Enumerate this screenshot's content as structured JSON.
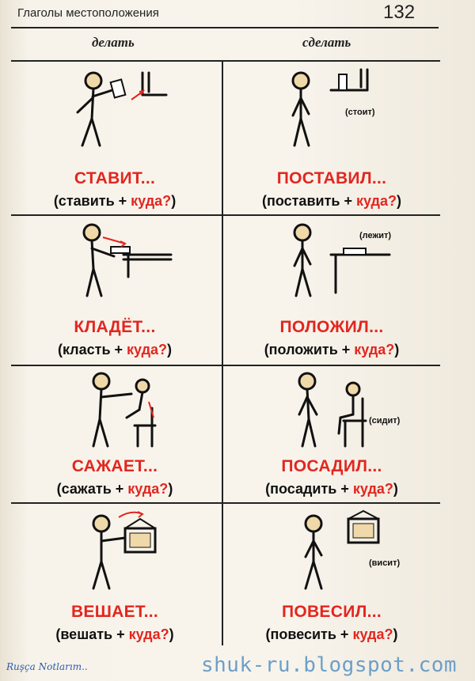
{
  "header": {
    "title": "Глаголы местоположения",
    "page_number": "132"
  },
  "columns": {
    "left": "делать",
    "right": "сделать"
  },
  "rows": [
    {
      "left": {
        "verb": "СТАВИТ...",
        "infinitive": "(ставить + ",
        "question": "куда?",
        "close": ")",
        "icon": "person-placing-book-upright-icon"
      },
      "right": {
        "verb": "ПОСТАВИЛ...",
        "infinitive": "(поставить + ",
        "question": "куда?",
        "close": ")",
        "state": "(стоит)",
        "icon": "book-standing-on-shelf-icon"
      }
    },
    {
      "left": {
        "verb": "КЛАДЁТ...",
        "infinitive": "(класть + ",
        "question": "куда?",
        "close": ")",
        "icon": "person-laying-book-icon"
      },
      "right": {
        "verb": "ПОЛОЖИЛ...",
        "infinitive": "(положить + ",
        "question": "куда?",
        "close": ")",
        "state": "(лежит)",
        "icon": "book-lying-on-table-icon"
      }
    },
    {
      "left": {
        "verb": "САЖАЕТ...",
        "infinitive": "(сажать + ",
        "question": "куда?",
        "close": ")",
        "icon": "person-seating-child-icon"
      },
      "right": {
        "verb": "ПОСАДИЛ...",
        "infinitive": "(посадить + ",
        "question": "куда?",
        "close": ")",
        "state": "(сидит)",
        "icon": "child-sitting-on-chair-icon"
      }
    },
    {
      "left": {
        "verb": "ВЕШАЕТ...",
        "infinitive": "(вешать + ",
        "question": "куда?",
        "close": ")",
        "icon": "person-hanging-picture-icon"
      },
      "right": {
        "verb": "ПОВЕСИЛ...",
        "infinitive": "(повесить + ",
        "question": "куда?",
        "close": ")",
        "state": "(висит)",
        "icon": "picture-hanging-on-wall-icon"
      }
    }
  ],
  "footer": {
    "logo_text": "Ruşça Notlarım..",
    "url": "shuk-ru.blogspot.com"
  }
}
